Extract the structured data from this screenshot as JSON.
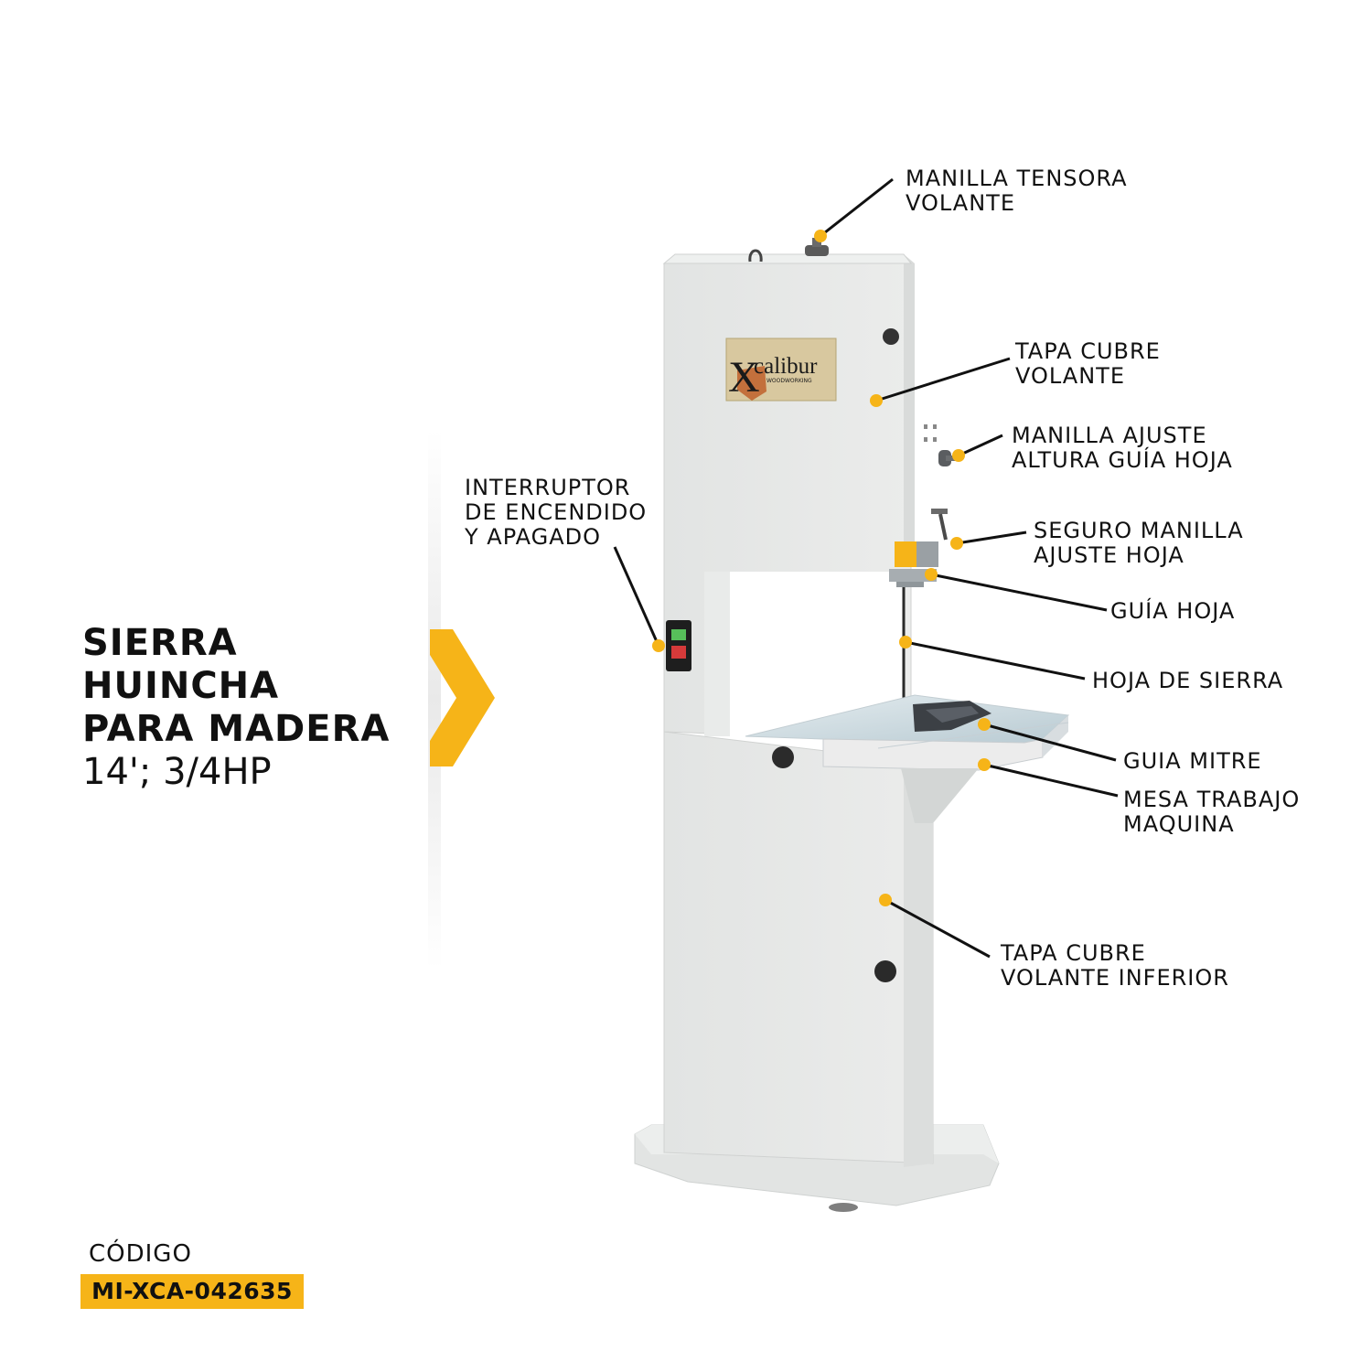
{
  "colors": {
    "accent": "#f6b418",
    "machine_body": "#e4e6e5",
    "text": "#111111"
  },
  "title": {
    "lines": [
      "SIERRA",
      "HUINCHA",
      "PARA MADERA"
    ],
    "subtitle": "14'; 3/4HP"
  },
  "brand": {
    "logo_letter": "X",
    "logo_name": "calibur",
    "logo_tagline": "WOODWORKING"
  },
  "code": {
    "label": "CÓDIGO",
    "value": "MI-XCA-042635"
  },
  "callouts": {
    "manilla_tensora": [
      "MANILLA TENSORA",
      "VOLANTE"
    ],
    "tapa_cubre": [
      "TAPA CUBRE",
      "VOLANTE"
    ],
    "manilla_ajuste": [
      "MANILLA AJUSTE",
      "ALTURA GUÍA HOJA"
    ],
    "interruptor": [
      "INTERRUPTOR",
      "DE ENCENDIDO",
      "Y APAGADO"
    ],
    "seguro_manilla": [
      "SEGURO MANILLA",
      "AJUSTE HOJA"
    ],
    "guia_hoja": [
      "GUÍA HOJA"
    ],
    "hoja_sierra": [
      "HOJA DE SIERRA"
    ],
    "guia_mitre": [
      "GUIA MITRE"
    ],
    "mesa_trabajo": [
      "MESA TRABAJO",
      "MAQUINA"
    ],
    "tapa_inferior": [
      "TAPA CUBRE",
      "VOLANTE INFERIOR"
    ]
  }
}
